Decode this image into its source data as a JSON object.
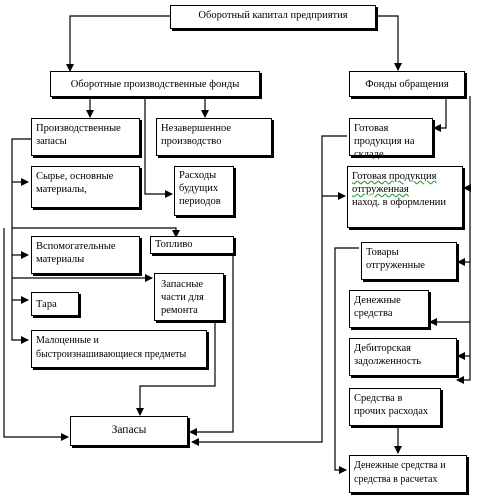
{
  "boxes": {
    "top": "Оборотный капитал предприятия",
    "prod_funds": "Оборотные производственные фонды",
    "circ_funds": "Фонды обращения",
    "prod_stock": "Производственные запасы",
    "wip": "Незавершенное производство",
    "raw": "Сырье, основные материалы,",
    "deferred": "Расходы будущих периодов",
    "aux": "Вспомогательные материалы",
    "fuel": "Топливо",
    "spare": "Запасные части для ремонта",
    "tare": "Тара",
    "lowvalue": "Малоценные и быстроизнашивающиеся предметы",
    "stocks": "Запасы",
    "finished": "Готовая продукция на складе",
    "shipped_a": "Готовая продукция отгруженная",
    "shipped_b": "наход. в оформлении",
    "goods_shipped": "Товары отгруженные",
    "cash": "Денежные средства",
    "receivables": "Дебиторская задолженность",
    "other_exp": "Средства в прочих расходах",
    "cash_settle": "Денежные средства и средства в расчетах"
  }
}
